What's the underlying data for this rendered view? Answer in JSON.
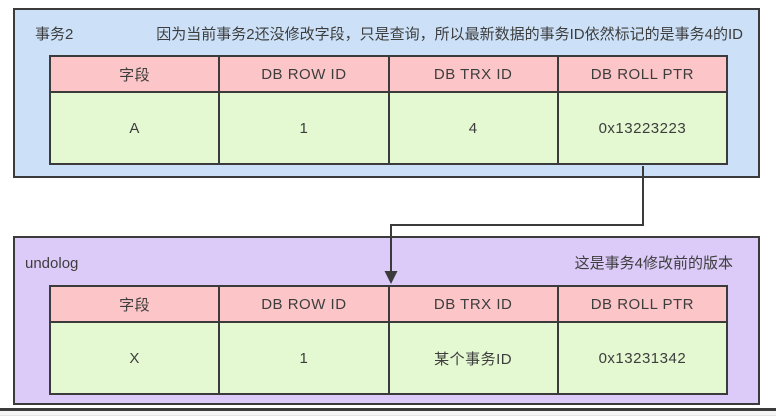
{
  "colors": {
    "border": "#3b3b3b",
    "box1_bg": "#cce1f8",
    "box2_bg": "#dccbf8",
    "header_bg": "#fcc6c8",
    "cell_bg": "#e4f8d2",
    "text": "#3d3d3d",
    "arrow": "#3b3b3b",
    "divider": "#3b3b3b"
  },
  "transaction_box": {
    "label": "事务2",
    "annotation": "因为当前事务2还没修改字段，只是查询，所以最新数据的事务ID依然标记的是事务4的ID",
    "table": {
      "headers": [
        "字段",
        "DB ROW ID",
        "DB TRX ID",
        "DB ROLL PTR"
      ],
      "row": [
        "A",
        "1",
        "4",
        "0x13223223"
      ]
    }
  },
  "undolog_box": {
    "label": "undolog",
    "annotation": "这是事务4修改前的版本",
    "table": {
      "headers": [
        "字段",
        "DB ROW ID",
        "DB TRX ID",
        "DB ROLL PTR"
      ],
      "row": [
        "X",
        "1",
        "某个事务ID",
        "0x13231342"
      ]
    }
  },
  "arrow": {
    "description": "roll-ptr-to-undolog-version"
  }
}
